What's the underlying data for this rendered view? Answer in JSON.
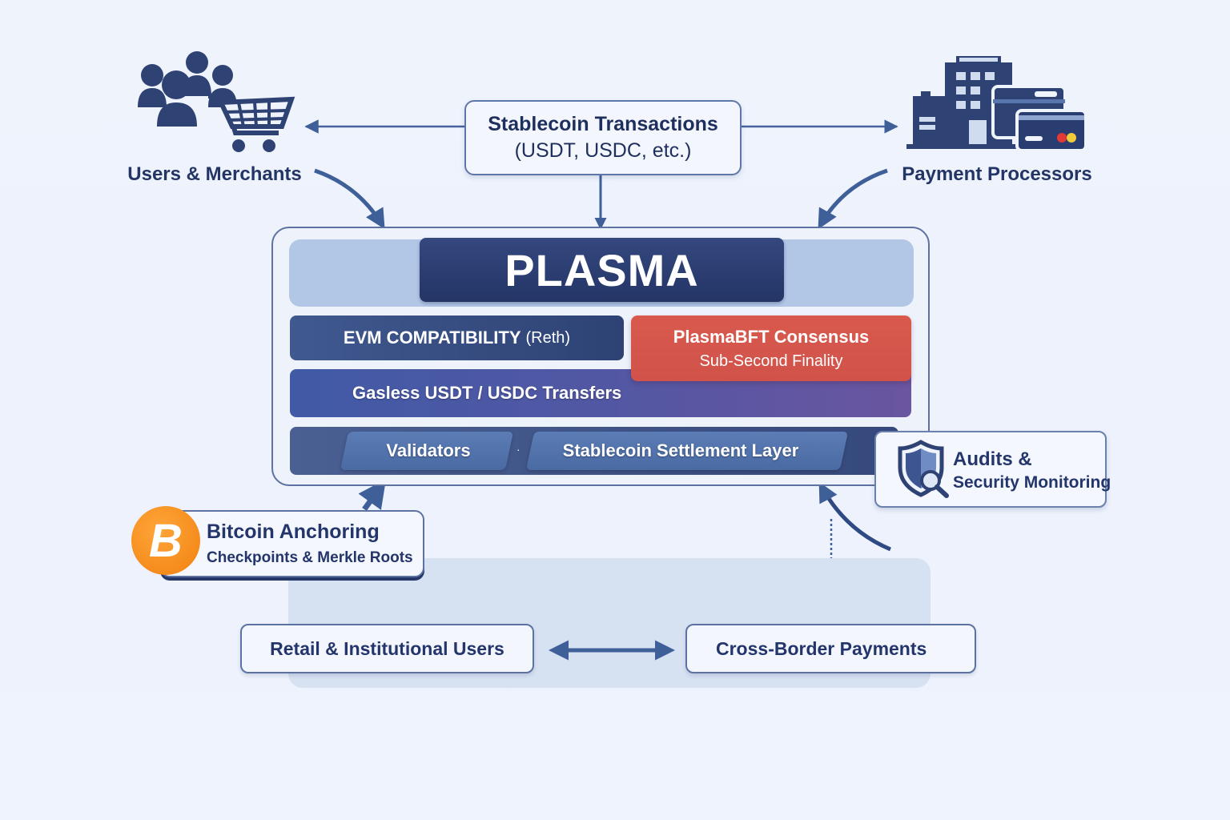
{
  "diagram": {
    "actors": {
      "users_merchants": {
        "label": "Users & Merchants",
        "icon": "users-cart-icon"
      },
      "payment_processors": {
        "label": "Payment Processors",
        "icon": "building-cards-icon"
      }
    },
    "stablecoin_transactions": {
      "title": "Stablecoin Transactions",
      "subtitle": "(USDT, USDC, etc.)"
    },
    "plasma": {
      "title": "PLASMA",
      "evm": {
        "label": "EVM COMPATIBILITY",
        "detail": "(Reth)"
      },
      "consensus": {
        "title": "PlasmaBFT Consensus",
        "subtitle": "Sub-Second Finality"
      },
      "gasless": {
        "label": "Gasless USDT / USDC Transfers"
      },
      "settlement_row": {
        "validators": "Validators",
        "separator": "·",
        "settlement": "Stablecoin Settlement Layer"
      }
    },
    "audits": {
      "line1": "Audits &",
      "line2": "Security Monitoring",
      "icon": "shield-magnifier-icon"
    },
    "bitcoin": {
      "symbol": "B",
      "title": "Bitcoin Anchoring",
      "subtitle": "Checkpoints & Merkle Roots",
      "icon": "bitcoin-icon"
    },
    "bottom": {
      "retail": "Retail & Institutional Users",
      "cross_border": "Cross-Border Payments"
    },
    "colors": {
      "navy": "#243566",
      "accent_blue": "#4a6aa4",
      "consensus_red": "#d9594d",
      "bitcoin_orange": "#f58c1c",
      "arrow": "#3f5f99",
      "background": "#eef3fc"
    }
  }
}
